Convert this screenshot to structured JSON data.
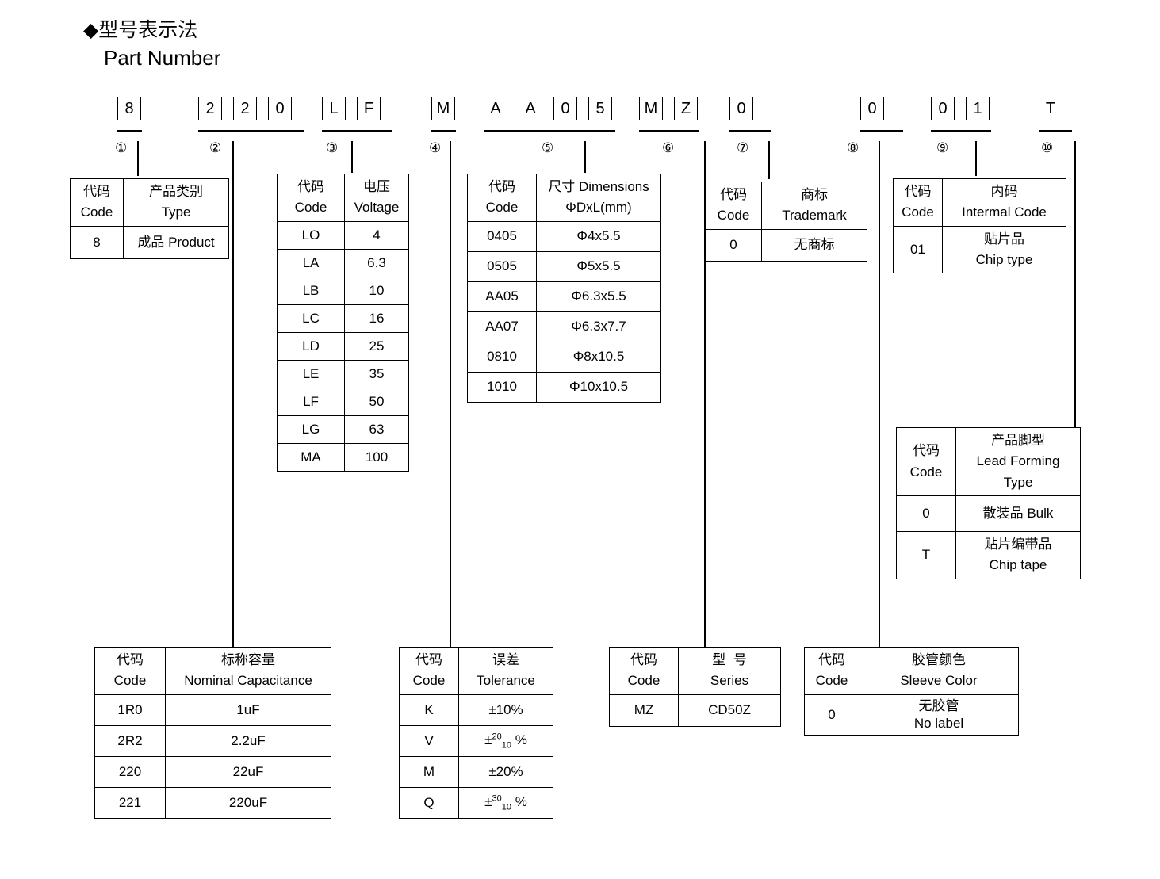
{
  "heading": {
    "marker": "◆",
    "cn": "型号表示法",
    "en": "Part Number"
  },
  "part_number": {
    "groups": [
      {
        "index": "①",
        "chars": [
          "8"
        ]
      },
      {
        "index": "②",
        "chars": [
          "2",
          "2",
          "0"
        ]
      },
      {
        "index": "③",
        "chars": [
          "L",
          "F"
        ]
      },
      {
        "index": "④",
        "chars": [
          "M"
        ]
      },
      {
        "index": "⑤",
        "chars": [
          "A",
          "A",
          "0",
          "5"
        ]
      },
      {
        "index": "⑥",
        "chars": [
          "M",
          "Z"
        ]
      },
      {
        "index": "⑦",
        "chars": [
          "0"
        ]
      },
      {
        "index": "⑧",
        "chars": [
          "0"
        ]
      },
      {
        "index": "⑨",
        "chars": [
          "0",
          "1"
        ]
      },
      {
        "index": "⑩",
        "chars": [
          "T"
        ]
      }
    ]
  },
  "tables": {
    "type": {
      "header": {
        "code_cn": "代码",
        "code_en": "Code",
        "value_cn": "产品类别",
        "value_en": "Type"
      },
      "rows": [
        {
          "code": "8",
          "value": "成品 Product"
        }
      ]
    },
    "capacitance": {
      "header": {
        "code_cn": "代码",
        "code_en": "Code",
        "value_cn": "标称容量",
        "value_en": "Nominal Capacitance"
      },
      "rows": [
        {
          "code": "1R0",
          "value": "1uF"
        },
        {
          "code": "2R2",
          "value": "2.2uF"
        },
        {
          "code": "220",
          "value": "22uF"
        },
        {
          "code": "221",
          "value": "220uF"
        }
      ]
    },
    "voltage": {
      "header": {
        "code_cn": "代码",
        "code_en": "Code",
        "value_cn": "电压",
        "value_en": "Voltage"
      },
      "rows": [
        {
          "code": "LO",
          "value": "4"
        },
        {
          "code": "LA",
          "value": "6.3"
        },
        {
          "code": "LB",
          "value": "10"
        },
        {
          "code": "LC",
          "value": "16"
        },
        {
          "code": "LD",
          "value": "25"
        },
        {
          "code": "LE",
          "value": "35"
        },
        {
          "code": "LF",
          "value": "50"
        },
        {
          "code": "LG",
          "value": "63"
        },
        {
          "code": "MA",
          "value": "100"
        }
      ]
    },
    "tolerance": {
      "header": {
        "code_cn": "代码",
        "code_en": "Code",
        "value_cn": "误差",
        "value_en": "Tolerance"
      },
      "rows": [
        {
          "code": "K",
          "value": "±10%",
          "frac": null
        },
        {
          "code": "V",
          "value": null,
          "frac": {
            "sign": "±",
            "sup": "20",
            "sub": "10",
            "unit": "%"
          }
        },
        {
          "code": "M",
          "value": "±20%",
          "frac": null
        },
        {
          "code": "Q",
          "value": null,
          "frac": {
            "sign": "±",
            "sup": "30",
            "sub": "10",
            "unit": "%"
          }
        }
      ]
    },
    "dimensions": {
      "header": {
        "code_cn": "代码",
        "code_en": "Code",
        "value_cn": "尺寸 Dimensions",
        "value_en": "ΦDxL(mm)"
      },
      "rows": [
        {
          "code": "0405",
          "value": "Φ4x5.5"
        },
        {
          "code": "0505",
          "value": "Φ5x5.5"
        },
        {
          "code": "AA05",
          "value": "Φ6.3x5.5"
        },
        {
          "code": "AA07",
          "value": "Φ6.3x7.7"
        },
        {
          "code": "0810",
          "value": "Φ8x10.5"
        },
        {
          "code": "1010",
          "value": "Φ10x10.5"
        }
      ]
    },
    "series": {
      "header": {
        "code_cn": "代码",
        "code_en": "Code",
        "value_cn": "型  号",
        "value_en": "Series"
      },
      "rows": [
        {
          "code": "MZ",
          "value": "CD50Z"
        }
      ]
    },
    "trademark": {
      "header": {
        "code_cn": "代码",
        "code_en": "Code",
        "value_cn": "商标",
        "value_en": "Trademark"
      },
      "rows": [
        {
          "code": "0",
          "value": "无商标"
        }
      ]
    },
    "sleeve_color": {
      "header": {
        "code_cn": "代码",
        "code_en": "Code",
        "value_cn": "胶管颜色",
        "value_en": "Sleeve Color"
      },
      "rows": [
        {
          "code": "0",
          "value_cn": "无胶管",
          "value_en": "No label"
        }
      ]
    },
    "internal_code": {
      "header": {
        "code_cn": "代码",
        "code_en": "Code",
        "value_cn": "内码",
        "value_en": "Intermal Code"
      },
      "rows": [
        {
          "code": "01",
          "value_cn": "贴片品",
          "value_en": "Chip type"
        }
      ]
    },
    "lead_forming": {
      "header": {
        "code_cn": "代码",
        "code_en": "Code",
        "value_cn": "产品脚型",
        "value_en": "Lead Forming",
        "value_en2": "Type"
      },
      "rows": [
        {
          "code": "0",
          "value_cn": "散装品 Bulk",
          "value_en": null
        },
        {
          "code": "T",
          "value_cn": "贴片编带品",
          "value_en": "Chip tape"
        }
      ]
    }
  }
}
